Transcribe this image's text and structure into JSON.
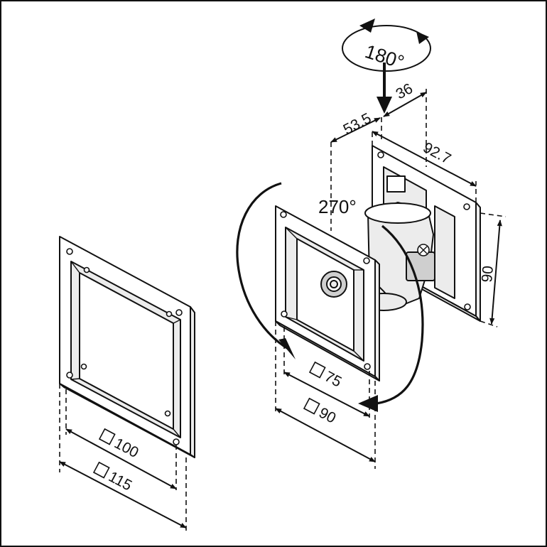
{
  "rotation": {
    "top_degrees": "180°",
    "side_degrees": "270°"
  },
  "dimensions": {
    "offset_a": "53.5",
    "offset_b": "36",
    "wall_plate_width": "92.7",
    "wall_plate_height": "90",
    "vesa_inner_small": "75",
    "vesa_outer_small": "90",
    "vesa_inner_large": "100",
    "vesa_outer_large": "115"
  }
}
